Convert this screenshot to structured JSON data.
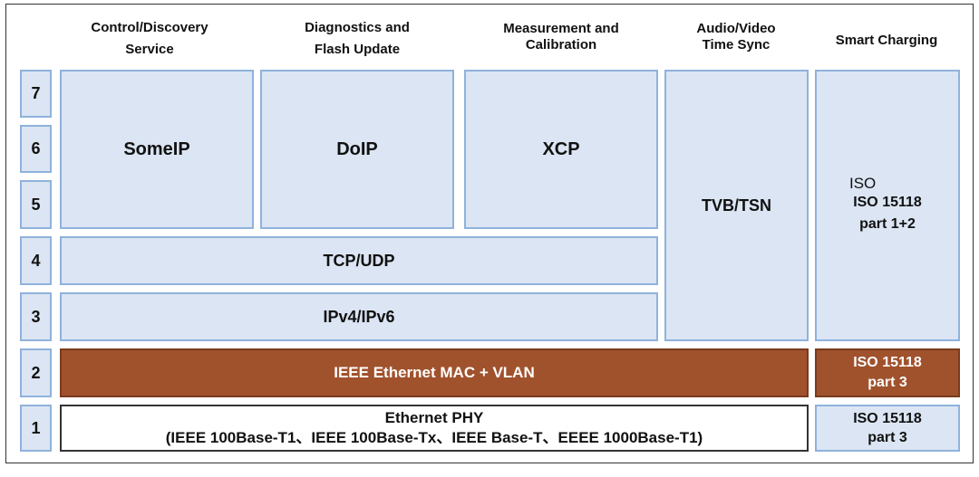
{
  "headers": {
    "control_discovery": [
      "Control/Discovery",
      "Service"
    ],
    "diagnostics": [
      "Diagnostics and",
      "Flash Update"
    ],
    "measurement": [
      "Measurement and",
      "Calibration"
    ],
    "av_sync": [
      "Audio/Video",
      "Time Sync"
    ],
    "smart_charging": [
      "Smart Charging"
    ]
  },
  "layers": [
    "7",
    "6",
    "5",
    "4",
    "3",
    "2",
    "1"
  ],
  "blocks": {
    "someip": "SomeIP",
    "doip": "DoIP",
    "xcp": "XCP",
    "tvb_tsn": "TVB/TSN",
    "iso_upper": [
      "ISO",
      "ISO 15118",
      "part 1+2"
    ],
    "tcp_udp": "TCP/UDP",
    "ipv4_ipv6": "IPv4/IPv6",
    "mac_vlan": "IEEE Ethernet MAC + VLAN",
    "iso_l2": [
      "ISO 15118",
      "part 3"
    ],
    "eth_phy": [
      "Ethernet PHY",
      "(IEEE 100Base-T1、IEEE 100Base-Tx、IEEE Base-T、EEEE 1000Base-T1)"
    ],
    "iso_l1": [
      "ISO 15118",
      "part 3"
    ]
  },
  "colors": {
    "light_blue_fill": "#dbe5f3",
    "light_blue_border": "#8fb2dc",
    "brown": "#a0522d"
  }
}
